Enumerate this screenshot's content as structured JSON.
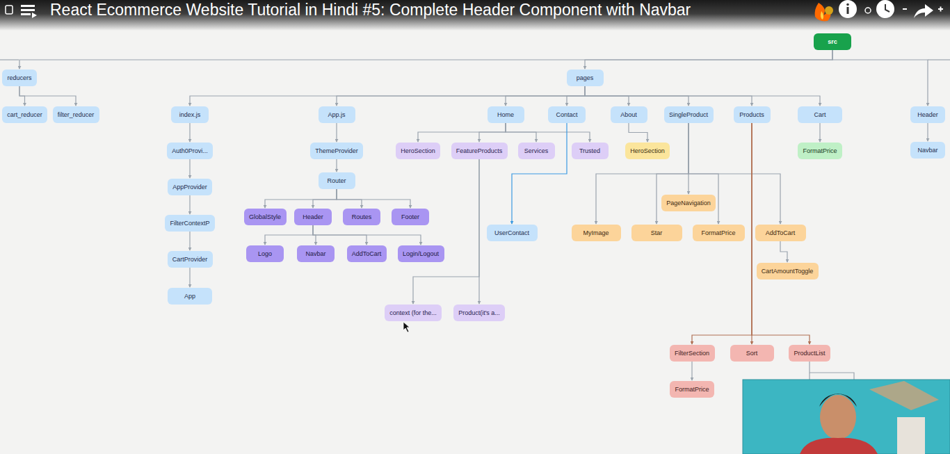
{
  "diagram": {
    "title": "React Ecommerce Website Tutorial in Hindi #5: Complete Header Component with Navbar",
    "nodes": [
      {
        "text": [
          "src"
        ]
      },
      {
        "text": [
          "reducers"
        ]
      },
      {
        "text": [
          "pages"
        ]
      },
      {
        "text": [
          "cart_reducer"
        ]
      },
      {
        "text": [
          "filter_reducer"
        ]
      },
      {
        "text": [
          "index.js"
        ]
      },
      {
        "text": [
          "App.js"
        ]
      },
      {
        "text": [
          "Home"
        ]
      },
      {
        "text": [
          "Contact"
        ]
      },
      {
        "text": [
          "About"
        ]
      },
      {
        "text": [
          "SingleProduct"
        ]
      },
      {
        "text": [
          "Products"
        ]
      },
      {
        "text": [
          "Cart"
        ]
      },
      {
        "text": [
          "Header"
        ]
      },
      {
        "text": [
          "Navbar"
        ]
      },
      {
        "text": [
          "Auth0Provi..."
        ]
      },
      {
        "text": [
          "AppProvider"
        ]
      },
      {
        "text": [
          "FilterContextP"
        ]
      },
      {
        "text": [
          "CartProvider"
        ]
      },
      {
        "text": [
          "App"
        ]
      },
      {
        "text": [
          "ThemeProvider"
        ]
      },
      {
        "text": [
          "Router"
        ]
      },
      {
        "text": [
          "GlobalStyle"
        ]
      },
      {
        "text": [
          "Header"
        ]
      },
      {
        "text": [
          "Routes"
        ]
      },
      {
        "text": [
          "Footer"
        ]
      },
      {
        "text": [
          "Logo"
        ]
      },
      {
        "text": [
          "Navbar"
        ]
      },
      {
        "text": [
          "AddToCart"
        ]
      },
      {
        "text": [
          "Login/Logout"
        ]
      },
      {
        "text": [
          "HeroSection"
        ]
      },
      {
        "text": [
          "FeatureProducts"
        ]
      },
      {
        "text": [
          "Services"
        ]
      },
      {
        "text": [
          "Trusted"
        ]
      },
      {
        "text": [
          "UserContact"
        ]
      },
      {
        "text": [
          "context (for the..."
        ]
      },
      {
        "text": [
          "Product(it's a..."
        ]
      },
      {
        "text": [
          "HeroSection"
        ]
      },
      {
        "text": [
          "FormatPrice"
        ]
      },
      {
        "text": [
          "PageNavigation"
        ]
      },
      {
        "text": [
          "MyImage"
        ]
      },
      {
        "text": [
          "Star"
        ]
      },
      {
        "text": [
          "FormatPrice"
        ]
      },
      {
        "text": [
          "AddToCart"
        ]
      },
      {
        "text": [
          "CartAmountToggle"
        ]
      },
      {
        "text": [
          "FilterSection"
        ]
      },
      {
        "text": [
          "Sort"
        ]
      },
      {
        "text": [
          "ProductList"
        ]
      },
      {
        "text": [
          "FormatPrice"
        ]
      }
    ],
    "edges": [
      {
        "from": 0,
        "to": 1,
        "arrow": "to"
      },
      {
        "from": 0,
        "to": 2,
        "arrow": "to"
      },
      {
        "from": 0,
        "to": 13,
        "arrow": "to"
      },
      {
        "from": 1,
        "to": 3,
        "arrow": "to"
      },
      {
        "from": 1,
        "to": 4,
        "arrow": "to"
      },
      {
        "from": 2,
        "to": 5,
        "arrow": "to"
      },
      {
        "from": 2,
        "to": 6,
        "arrow": "to"
      },
      {
        "from": 2,
        "to": 7,
        "arrow": "to"
      },
      {
        "from": 2,
        "to": 8,
        "arrow": "to"
      },
      {
        "from": 2,
        "to": 9,
        "arrow": "to"
      },
      {
        "from": 2,
        "to": 10,
        "arrow": "to"
      },
      {
        "from": 2,
        "to": 11,
        "arrow": "to"
      },
      {
        "from": 2,
        "to": 12,
        "arrow": "to"
      },
      {
        "from": 13,
        "to": 14,
        "arrow": "to"
      },
      {
        "from": 5,
        "to": 15,
        "arrow": "to"
      },
      {
        "from": 15,
        "to": 16,
        "arrow": "to"
      },
      {
        "from": 16,
        "to": 17,
        "arrow": "to"
      },
      {
        "from": 17,
        "to": 18,
        "arrow": "to"
      },
      {
        "from": 18,
        "to": 19,
        "arrow": "to"
      },
      {
        "from": 6,
        "to": 20,
        "arrow": "to"
      },
      {
        "from": 20,
        "to": 21,
        "arrow": "to"
      },
      {
        "from": 21,
        "to": 22,
        "arrow": "to"
      },
      {
        "from": 21,
        "to": 23,
        "arrow": "to"
      },
      {
        "from": 21,
        "to": 24,
        "arrow": "to"
      },
      {
        "from": 21,
        "to": 25,
        "arrow": "to"
      },
      {
        "from": 23,
        "to": 26,
        "arrow": "to"
      },
      {
        "from": 23,
        "to": 27,
        "arrow": "to"
      },
      {
        "from": 23,
        "to": 28,
        "arrow": "to"
      },
      {
        "from": 23,
        "to": 29,
        "arrow": "to"
      },
      {
        "from": 7,
        "to": 30,
        "arrow": "to"
      },
      {
        "from": 7,
        "to": 31,
        "arrow": "to"
      },
      {
        "from": 7,
        "to": 32,
        "arrow": "to"
      },
      {
        "from": 7,
        "to": 33,
        "arrow": "to"
      },
      {
        "from": 8,
        "to": 34,
        "arrow": "to"
      },
      {
        "from": 31,
        "to": 35,
        "arrow": "to"
      },
      {
        "from": 31,
        "to": 36,
        "arrow": "to"
      },
      {
        "from": 9,
        "to": 37,
        "arrow": "to"
      },
      {
        "from": 12,
        "to": 38,
        "arrow": "to"
      },
      {
        "from": 10,
        "to": 39,
        "arrow": "to"
      },
      {
        "from": 10,
        "to": 40,
        "arrow": "to"
      },
      {
        "from": 10,
        "to": 41,
        "arrow": "to"
      },
      {
        "from": 10,
        "to": 42,
        "arrow": "to"
      },
      {
        "from": 10,
        "to": 43,
        "arrow": "to"
      },
      {
        "from": 43,
        "to": 44,
        "arrow": "to"
      },
      {
        "from": 11,
        "to": 45,
        "arrow": "to"
      },
      {
        "from": 11,
        "to": 46,
        "arrow": "to"
      },
      {
        "from": 11,
        "to": 47,
        "arrow": "to"
      },
      {
        "from": 45,
        "to": 48,
        "arrow": "to"
      }
    ]
  }
}
